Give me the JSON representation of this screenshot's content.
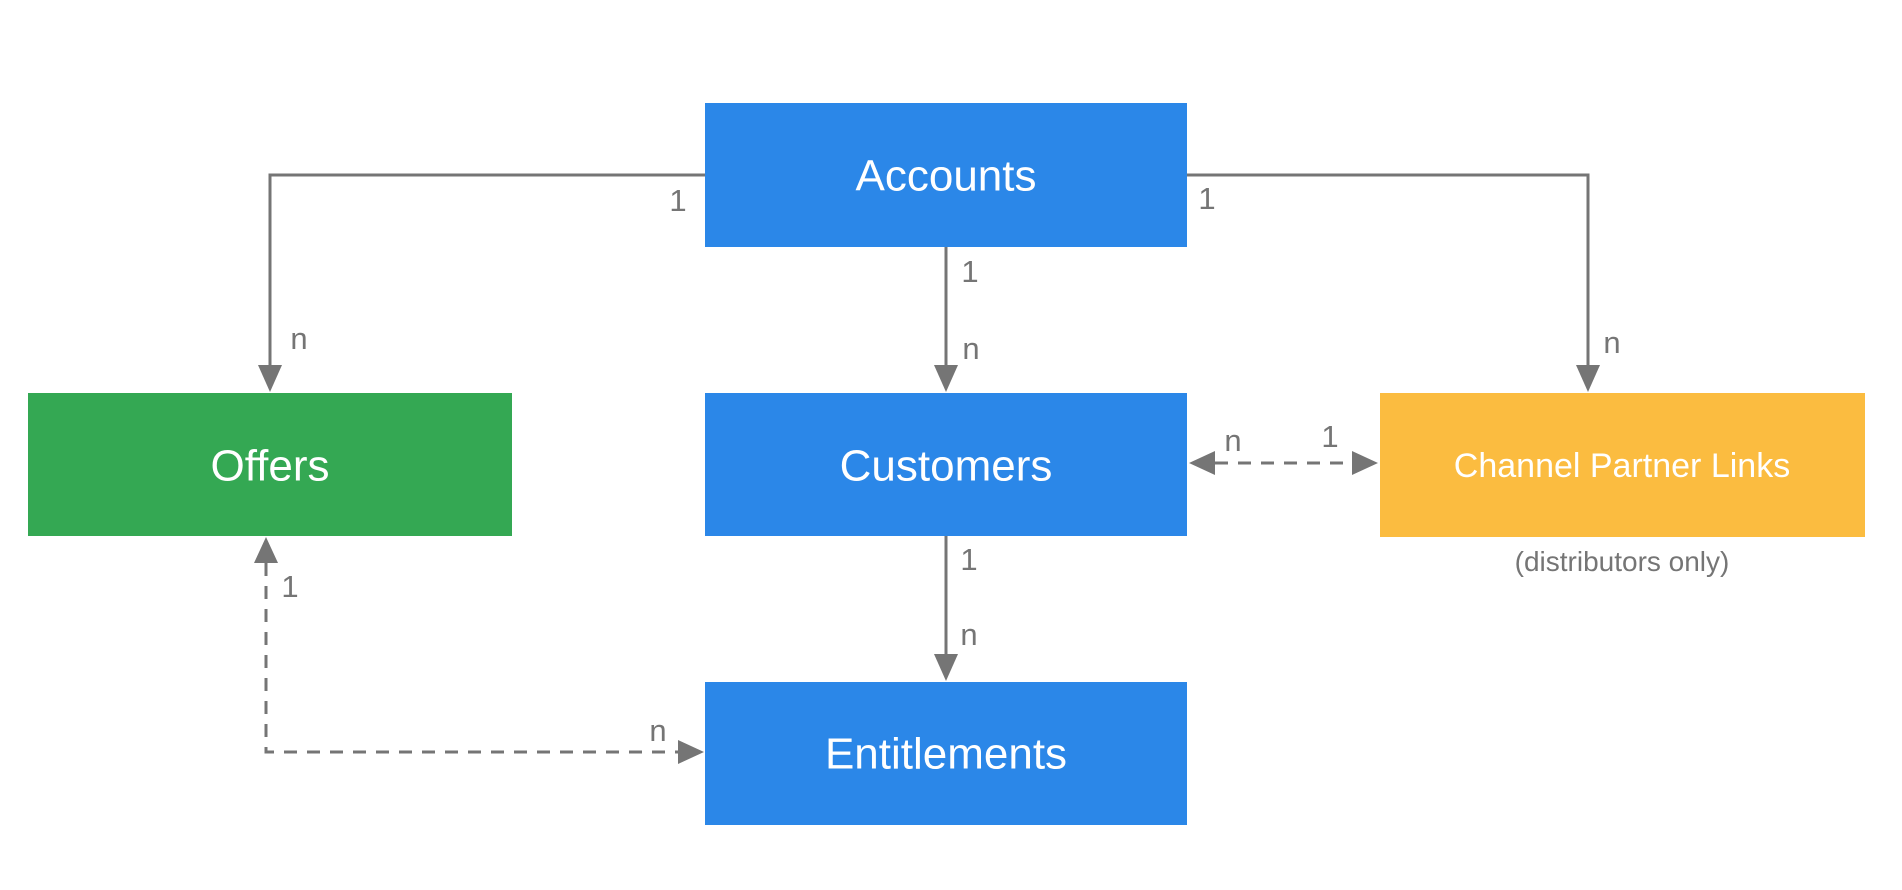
{
  "colors": {
    "entity_blue": "#2B87E8",
    "entity_green": "#34A853",
    "entity_yellow": "#FBBC40",
    "connector_gray": "#757575",
    "label_gray": "#757575",
    "entity_text": "#FFFFFF",
    "background": "#FFFFFF"
  },
  "entities": {
    "accounts": {
      "label": "Accounts",
      "color": "#2B87E8"
    },
    "offers": {
      "label": "Offers",
      "color": "#34A853"
    },
    "customers": {
      "label": "Customers",
      "color": "#2B87E8"
    },
    "channel_partner_links": {
      "label": "Channel Partner Links",
      "color": "#FBBC40",
      "note": "(distributors only)"
    },
    "entitlements": {
      "label": "Entitlements",
      "color": "#2B87E8"
    }
  },
  "relationships": [
    {
      "from": "Accounts",
      "to": "Offers",
      "from_cardinality": "1",
      "to_cardinality": "n",
      "style": "solid",
      "arrows": "to"
    },
    {
      "from": "Accounts",
      "to": "Customers",
      "from_cardinality": "1",
      "to_cardinality": "n",
      "style": "solid",
      "arrows": "to"
    },
    {
      "from": "Accounts",
      "to": "Channel Partner Links",
      "from_cardinality": "1",
      "to_cardinality": "n",
      "style": "solid",
      "arrows": "to"
    },
    {
      "from": "Customers",
      "to": "Entitlements",
      "from_cardinality": "1",
      "to_cardinality": "n",
      "style": "solid",
      "arrows": "to"
    },
    {
      "from": "Channel Partner Links",
      "to": "Customers",
      "from_cardinality": "1",
      "to_cardinality": "n",
      "style": "dashed",
      "arrows": "both"
    },
    {
      "from": "Offers",
      "to": "Entitlements",
      "from_cardinality": "1",
      "to_cardinality": "n",
      "style": "dashed",
      "arrows": "both"
    }
  ]
}
